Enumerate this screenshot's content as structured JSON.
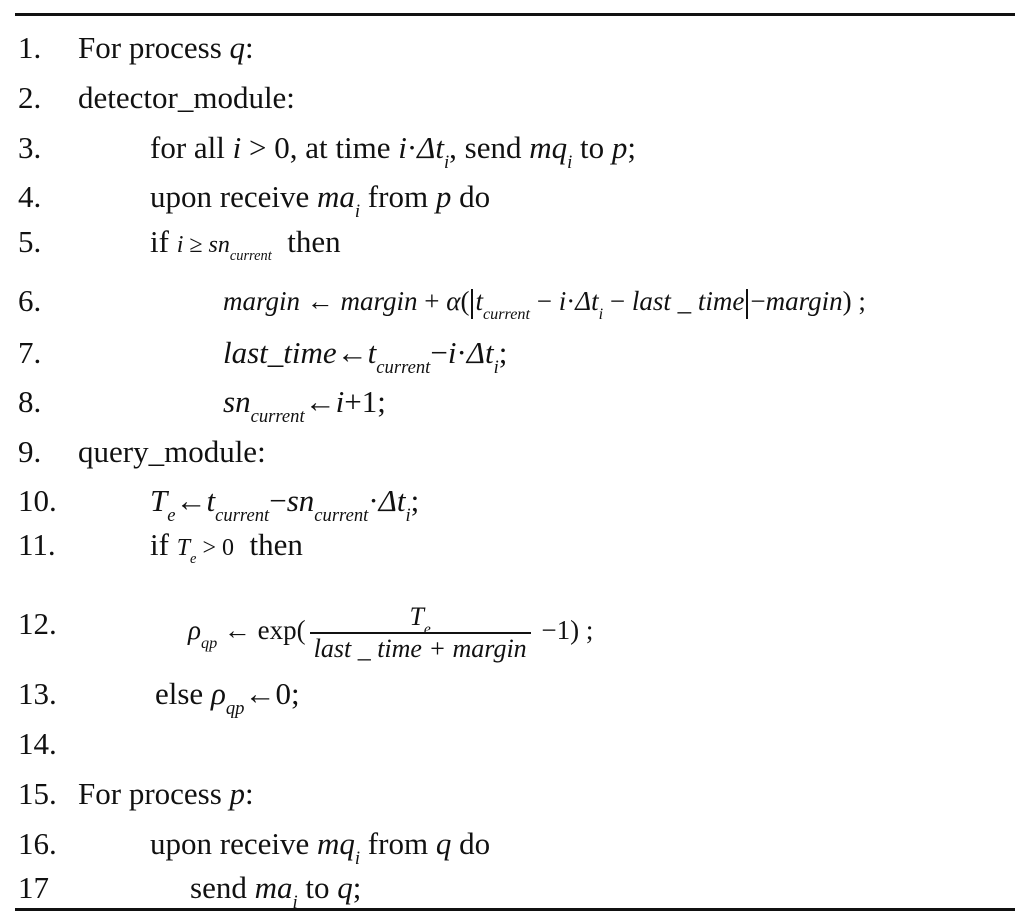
{
  "lines": [
    {
      "num": "1.",
      "text": "For process "
    },
    {
      "num": "2.",
      "text": "detector_module:"
    },
    {
      "num": "3.",
      "text": "for all "
    },
    {
      "num": "4.",
      "text": "upon receive "
    },
    {
      "num": "5.",
      "text": "if "
    },
    {
      "num": "6.",
      "text": ""
    },
    {
      "num": "7.",
      "text": ""
    },
    {
      "num": "8.",
      "text": ""
    },
    {
      "num": "9.",
      "text": "query_module:"
    },
    {
      "num": "10.",
      "text": ""
    },
    {
      "num": "11.",
      "text": "if "
    },
    {
      "num": "12.",
      "text": ""
    },
    {
      "num": "13.",
      "text": "else "
    },
    {
      "num": "14.",
      "text": ""
    },
    {
      "num": "15.",
      "text": "For process "
    },
    {
      "num": "16.",
      "text": "upon receive "
    },
    {
      "num": "17",
      "text": "send "
    }
  ],
  "tokens": {
    "q": "q",
    "p": "p",
    "colon": ":",
    "i": "i",
    "gt0": " > 0, at time ",
    "dot": "·",
    "delta_t": "Δt",
    "sub_i": "i",
    "send_comma": ", send ",
    "mq": "mq",
    "to": " to ",
    "semicolon": ";",
    "ma": "ma",
    "from": " from ",
    "do": " do",
    "geq": " ≥ ",
    "sn": "sn",
    "sub_current": "current",
    "then": " then",
    "margin": "margin",
    "arrow": " ← ",
    "plus": " + ",
    "alpha": "α",
    "lparen": "(",
    "t": "t",
    "minus": " − ",
    "last_time_eq": "last _ time",
    "rparen": ")",
    "semicolon_sp": " ;",
    "last_time": "last_time",
    "long_arrow": "←",
    "minus_tight": "−",
    "plus1": "+1",
    "T": "T",
    "sub_e": "e",
    "gt0_eq": " > 0",
    "rho": "ρ",
    "sub_qp": "qp",
    "exp": "exp(",
    "minus1": " −1)",
    "denominator": "last _ time + margin",
    "zero": "0"
  }
}
